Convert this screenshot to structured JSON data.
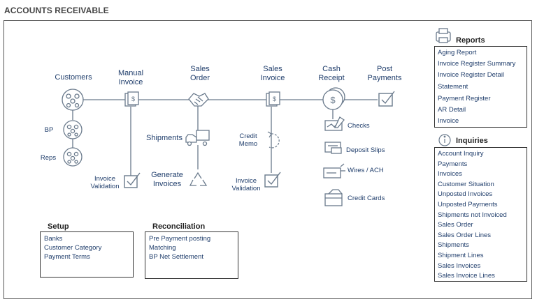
{
  "title": "ACCOUNTS RECEIVABLE",
  "flow": {
    "customers": "Customers",
    "manual_invoice": [
      "Manual",
      "Invoice"
    ],
    "sales_order": [
      "Sales",
      "Order"
    ],
    "sales_invoice": [
      "Sales",
      "Invoice"
    ],
    "cash_receipt": [
      "Cash",
      "Receipt"
    ],
    "post_payments": [
      "Post",
      "Payments"
    ],
    "bp": "BP",
    "reps": "Reps",
    "invoice_validation_1": [
      "Invoice",
      "Validation"
    ],
    "shipments": "Shipments",
    "generate_invoices": [
      "Generate",
      "Invoices"
    ],
    "credit_memo": [
      "Credit",
      "Memo"
    ],
    "invoice_validation_2": [
      "Invoice",
      "Validation"
    ],
    "checks": "Checks",
    "deposit_slips": "Deposit Slips",
    "wires_ach": "Wires / ACH",
    "credit_cards": "Credit Cards"
  },
  "setup": {
    "title": "Setup",
    "items": [
      "Banks",
      "Customer Category",
      "Payment Terms"
    ]
  },
  "reconciliation": {
    "title": "Reconciliation",
    "items": [
      "Pre Payment posting",
      "Matching",
      "BP Net Settlement"
    ]
  },
  "reports": {
    "title": "Reports",
    "items": [
      "Aging Report",
      "Invoice Register Summary",
      "Invoice Register Detail",
      "Statement",
      "Payment Register",
      "AR Detail",
      "Invoice"
    ]
  },
  "inquiries": {
    "title": "Inquiries",
    "items": [
      "Account Inquiry",
      "Payments",
      "Invoices",
      "Customer Situation",
      "Unposted Invoices",
      "Unposted Payments",
      "Shipments not Invoiced",
      "Sales Order",
      "Sales Order Lines",
      "Shipments",
      "Shipment Lines",
      "Sales Invoices",
      "Sales Invoice Lines"
    ]
  },
  "colors": {
    "icon": "#6a7a8c",
    "text": "#1f3d6b",
    "border": "#333333"
  }
}
